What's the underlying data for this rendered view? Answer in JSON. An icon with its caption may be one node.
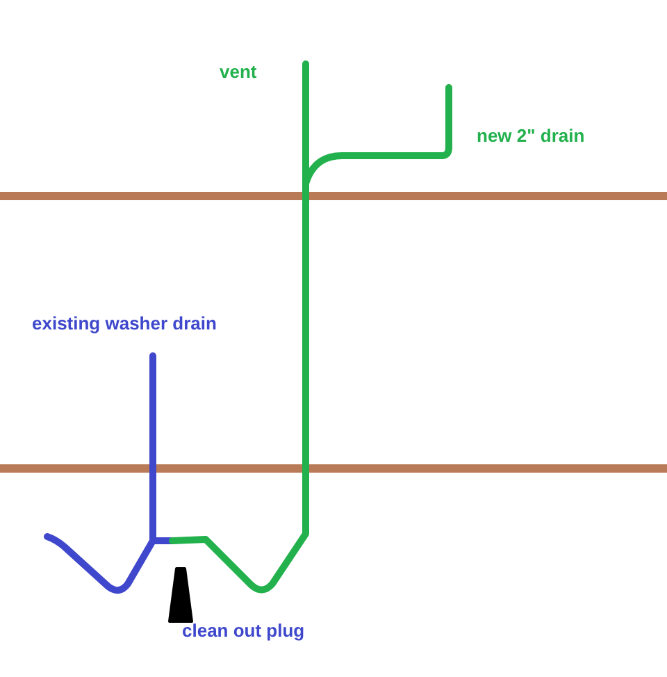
{
  "diagram": {
    "labels": [
      "vent",
      "new 2\" drain",
      "existing washer drain",
      "clean out plug"
    ]
  }
}
